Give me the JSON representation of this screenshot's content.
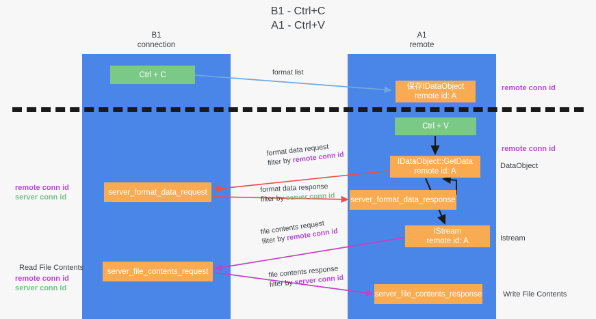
{
  "title": {
    "line1": "B1 - Ctrl+C",
    "line2": "A1 - Ctrl+V"
  },
  "lanes": [
    {
      "id": "b1",
      "name": "B1",
      "subtitle": "connection",
      "color": "#4a86e8"
    },
    {
      "id": "a1",
      "name": "A1",
      "subtitle": "remote",
      "color": "#4a86e8"
    }
  ],
  "colors": {
    "lane": "#4a86e8",
    "green_node": "#7bc987",
    "orange_node": "#f9ab52",
    "remote_conn_id": "#b24bd1",
    "server_conn_id": "#76c08a",
    "arrow_blue": "#6fa8dc",
    "arrow_black": "#1a1a1a",
    "arrow_red": "#e8504a",
    "arrow_magenta": "#c341c3",
    "divider": "#1a1a1a",
    "background": "#f7f7f8"
  },
  "nodes": [
    {
      "id": "ctrl_c",
      "lane": "b1",
      "style": "green",
      "line1": "Ctrl + C",
      "line2": ""
    },
    {
      "id": "save_idataobject",
      "lane": "a1",
      "style": "orange",
      "line1": "保存IDataObject",
      "line2": "remote id: A"
    },
    {
      "id": "ctrl_v",
      "lane": "a1",
      "style": "green",
      "line1": "Ctrl + V",
      "line2": ""
    },
    {
      "id": "idataobject_getdata",
      "lane": "a1",
      "style": "orange",
      "line1": "IDataObject::GetData",
      "line2": "remote id: A"
    },
    {
      "id": "server_format_data_request",
      "lane": "b1",
      "style": "orange",
      "line1": "server_format_data_request",
      "line2": ""
    },
    {
      "id": "server_format_data_response",
      "lane": "a1",
      "style": "orange",
      "line1": "server_format_data_response",
      "line2": ""
    },
    {
      "id": "istream",
      "lane": "a1",
      "style": "orange",
      "line1": "IStream",
      "line2": "remote id: A"
    },
    {
      "id": "server_file_contents_request",
      "lane": "b1",
      "style": "orange",
      "line1": "server_file_contents_request",
      "line2": ""
    },
    {
      "id": "server_file_contents_response",
      "lane": "a1",
      "style": "orange",
      "line1": "server_file_contents_response",
      "line2": ""
    }
  ],
  "edge_labels": {
    "format_list": "format list",
    "format_data_request": "format data request",
    "format_data_request_filter_prefix": "filter by ",
    "format_data_request_filter_key": "remote conn id",
    "format_data_response": "format data response",
    "format_data_response_filter_prefix": "filter by ",
    "format_data_response_filter_key": "server conn id",
    "file_contents_request": "file contents request",
    "file_contents_request_filter_prefix": "filter by ",
    "file_contents_request_filter_key": "remote conn id",
    "file_contents_response": "file contents response",
    "file_contents_response_filter_prefix": "filter by ",
    "file_contents_response_filter_key": "server conn id"
  },
  "annotations": {
    "right_remote_conn_id_top": "remote conn id",
    "right_remote_conn_id_mid": "remote conn id",
    "right_dataobject": "DataObject",
    "right_istream": "Istream",
    "right_write_file_contents": "Write File Contents",
    "left_remote_conn_id_1": "remote conn id",
    "left_server_conn_id_1": "server conn id",
    "left_read_file_contents": "Read File Contents",
    "left_remote_conn_id_2": "remote conn id",
    "left_server_conn_id_2": "server conn id"
  }
}
